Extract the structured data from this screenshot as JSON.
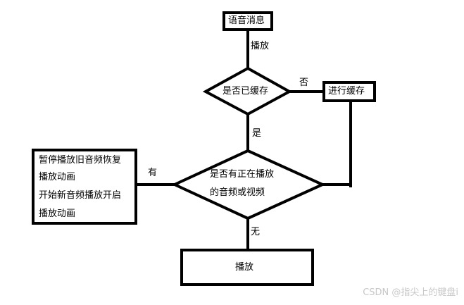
{
  "nodes": {
    "voice_message": "语音消息",
    "cached_question": "是否已缓存",
    "do_cache": "进行缓存",
    "playing_question_line1": "是否有正在播放",
    "playing_question_line2": "的音频或视频",
    "handle_line1": "暂停播放旧音频恢复",
    "handle_line2": "播放动画",
    "handle_line3": "开始新音频播放开启",
    "handle_line4": "播放动画",
    "play": "播放"
  },
  "edges": {
    "play_label": "播放",
    "no_label": "否",
    "yes_label": "是",
    "has_label": "有",
    "none_label": "无"
  },
  "watermark": "CSDN @指尖上的键盘i",
  "colors": {
    "line": "#000000",
    "fill": "#ffffff",
    "watermark": "#c8c8c8"
  }
}
